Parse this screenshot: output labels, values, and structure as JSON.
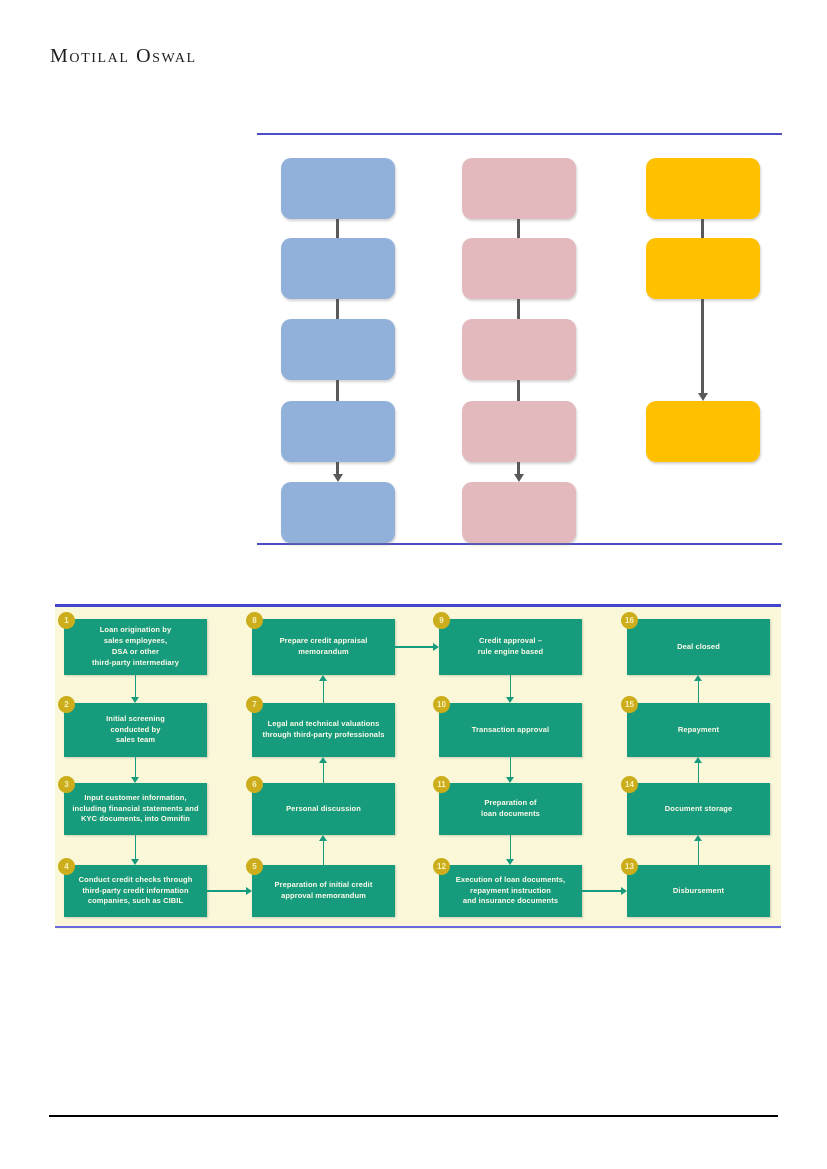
{
  "page": {
    "logo": "Motilal Oswal"
  },
  "top_diagram": {
    "description": "Three-column flowchart of empty rounded boxes connected vertically",
    "rule_color": "#4c4cc4",
    "connector_color": "#595959",
    "columns": [
      {
        "name": "column-1",
        "color": "#92b1da",
        "box_count": 5
      },
      {
        "name": "column-2",
        "color": "#e3b9be",
        "box_count": 5
      },
      {
        "name": "column-3",
        "color": "#ffc000",
        "box_count": 3
      }
    ]
  },
  "flowchart": {
    "background_color": "#faf8d9",
    "box_color": "#169b7d",
    "badge_color": "#ccae1c",
    "arrow_color": "#169b7d",
    "steps": [
      {
        "num": "1",
        "label": "Loan origination by\nsales employees,\nDSA or other\nthird-party intermediary"
      },
      {
        "num": "2",
        "label": "Initial screening\nconducted by\nsales team"
      },
      {
        "num": "3",
        "label": "Input customer information,\nincluding financial statements and\nKYC documents, into Omnifin"
      },
      {
        "num": "4",
        "label": "Conduct credit checks through\nthird-party credit information\ncompanies, such as CIBIL"
      },
      {
        "num": "5",
        "label": "Preparation of initial credit\napproval memorandum"
      },
      {
        "num": "6",
        "label": "Personal discussion"
      },
      {
        "num": "7",
        "label": "Legal and technical valuations\nthrough third-party professionals"
      },
      {
        "num": "8",
        "label": "Prepare credit appraisal\nmemorandum"
      },
      {
        "num": "9",
        "label": "Credit approval –\nrule engine based"
      },
      {
        "num": "10",
        "label": "Transaction approval"
      },
      {
        "num": "11",
        "label": "Preparation of\nloan documents"
      },
      {
        "num": "12",
        "label": "Execution of loan documents,\nrepayment instruction\nand insurance documents"
      },
      {
        "num": "13",
        "label": "Disbursement"
      },
      {
        "num": "14",
        "label": "Document storage"
      },
      {
        "num": "15",
        "label": "Repayment"
      },
      {
        "num": "16",
        "label": "Deal closed"
      }
    ]
  }
}
